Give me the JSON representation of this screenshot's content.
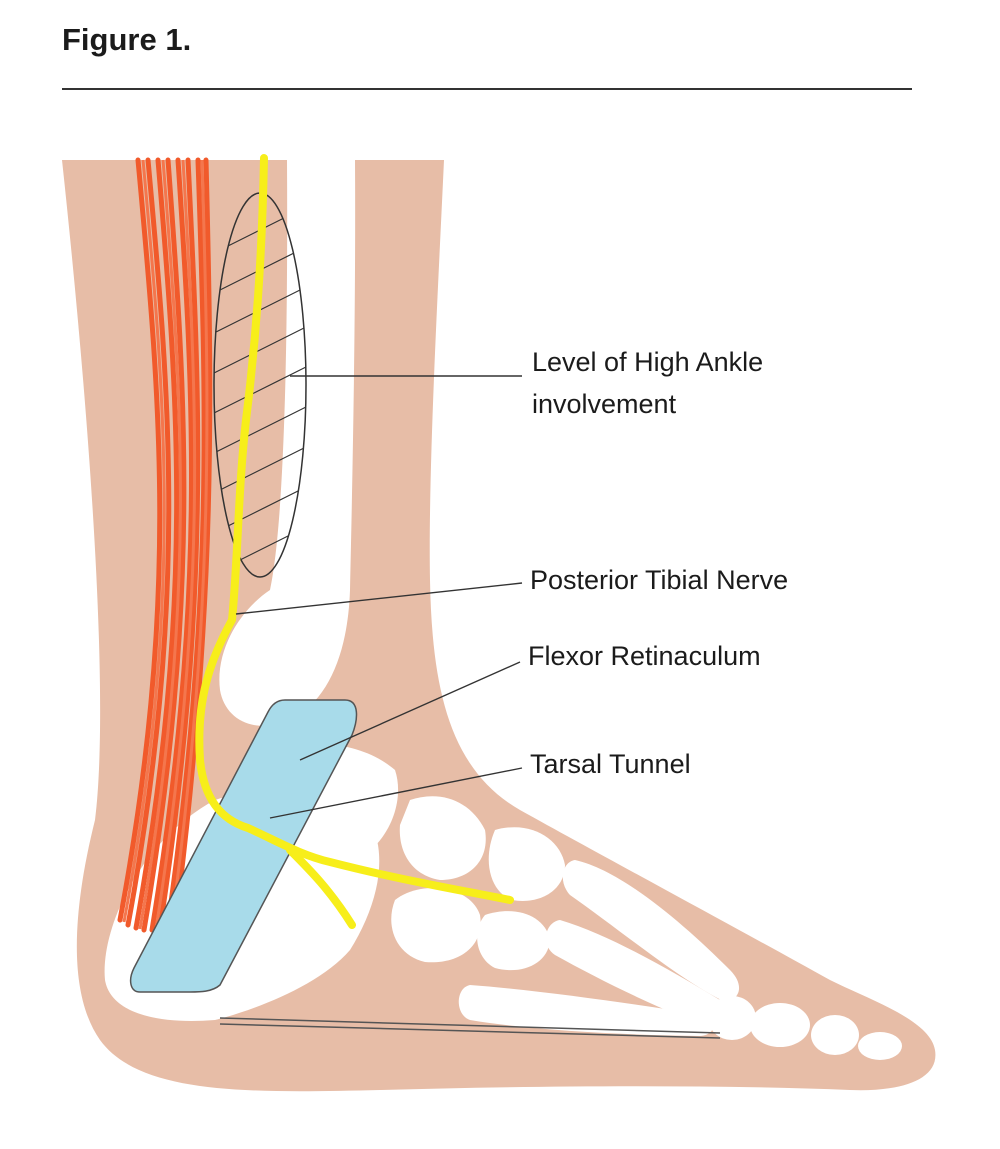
{
  "figure": {
    "title": "Figure 1."
  },
  "labels": {
    "high_ankle_line1": "Level of High Ankle",
    "high_ankle_line2": "involvement",
    "posterior_tibial_nerve": "Posterior Tibial Nerve",
    "flexor_retinaculum": "Flexor Retinaculum",
    "tarsal_tunnel": "Tarsal Tunnel"
  },
  "colors": {
    "skin": "#e7bda7",
    "bone": "#ffffff",
    "muscle": "#f15a2b",
    "nerve": "#f7ee1a",
    "retinaculum": "#a8dbea",
    "leader_line": "#333333"
  }
}
